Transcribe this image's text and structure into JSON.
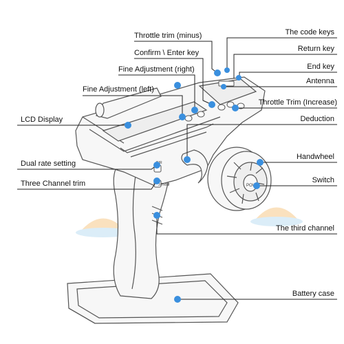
{
  "colors": {
    "dot": "#3a8fde",
    "line": "#222222",
    "outline": "#555555",
    "body_fill": "#f7f7f7",
    "watermark_orange": "#f6c98a",
    "watermark_blue": "#bfe0f3"
  },
  "labels": {
    "throttle_trim_minus": "Throttle trim (minus)",
    "confirm_enter_key": "Confirm \\ Enter key",
    "fine_adjustment_right": "Fine Adjustment (right)",
    "fine_adjustment_left": "Fine Adjustment (left)",
    "lcd_display": "LCD Display",
    "dual_rate_setting": "Dual rate setting",
    "three_channel_trim": "Three Channel trim",
    "the_code_keys": "The code keys",
    "return_key": "Return key",
    "end_key": "End key",
    "antenna": "Antenna",
    "throttle_trim_increase": "Throttle Trim (Increase)",
    "deduction": "Deduction",
    "handwheel": "Handwheel",
    "switch": "Switch",
    "the_third_channel": "The third channel",
    "battery_case": "Battery case"
  },
  "device_markings": {
    "dr": "D/R",
    "three_trim": "3.TRIM",
    "power": "POW"
  }
}
